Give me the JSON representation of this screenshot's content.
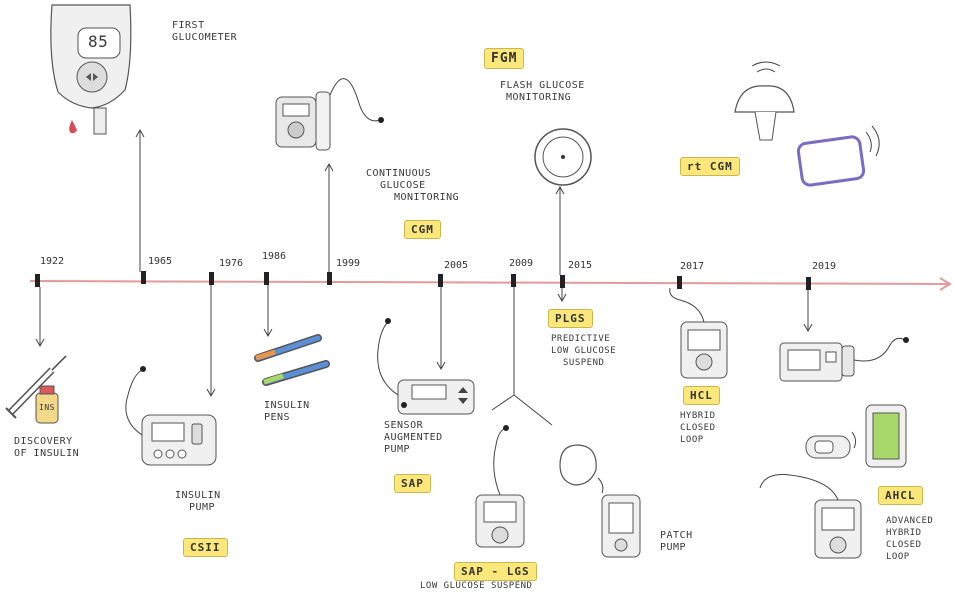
{
  "timeline": {
    "years": [
      "1922",
      "1965",
      "1976",
      "1986",
      "1999",
      "2005",
      "2009",
      "2015",
      "2017",
      "2019"
    ]
  },
  "labels": {
    "first_glucometer": [
      "FIRST",
      "GLUCOMETER"
    ],
    "flash_monitoring": [
      "FLASH GLUCOSE",
      "MONITORING"
    ],
    "cgm_text": [
      "CONTINUOUS",
      "GLUCOSE",
      "MONITORING"
    ],
    "discovery_insulin": [
      "DISCOVERY",
      "OF INSULIN"
    ],
    "insulin_pump": [
      "INSULIN",
      "PUMP"
    ],
    "insulin_pens": [
      "INSULIN",
      "PENS"
    ],
    "sensor_pump": [
      "SENSOR",
      "AUGMENTED",
      "PUMP"
    ],
    "plgs_text": [
      "PREDICTIVE",
      "LOW GLUCOSE",
      "SUSPEND"
    ],
    "hcl_text": [
      "HYBRID",
      "CLOSED",
      "LOOP"
    ],
    "patch_pump": [
      "PATCH",
      "PUMP"
    ],
    "ahcl_text": [
      "ADVANCED",
      "HYBRID",
      "CLOSED",
      "LOOP"
    ],
    "lgs_text": "LOW GLUCOSE SUSPEND",
    "glucometer_reading": "85",
    "insulin_vial": "INS"
  },
  "tags": {
    "fgm": "FGM",
    "rtcgm": "rt CGM",
    "cgm": "CGM",
    "plgs": "PLGS",
    "sap": "SAP",
    "hcl": "HCL",
    "sap_lgs": "SAP - LGS",
    "csii": "CSII",
    "ahcl": "AHCL"
  },
  "colors": {
    "timeline": "#e29a9a",
    "tag_fill": "#fbe77a",
    "ink": "#333333",
    "pen_blue": "#5b8fd6",
    "pen_orange": "#e8964e",
    "sensor_purple": "#7a6cc4",
    "screen_green": "#a8d86a",
    "drop_red": "#d94b5a"
  },
  "icons": [
    "glucometer-icon",
    "cgm-receiver-icon",
    "flash-sensor-icon",
    "rtcgm-sensor-icon",
    "rtcgm-receiver-icon",
    "syringe-icon",
    "insulin-vial-icon",
    "insulin-pump-icon",
    "insulin-pen-icon",
    "sap-pump-icon",
    "lgs-pump-icon",
    "patch-pump-icon",
    "hcl-pump-icon",
    "ahcl-pump-icon",
    "smartphone-icon",
    "blood-drop-icon"
  ]
}
